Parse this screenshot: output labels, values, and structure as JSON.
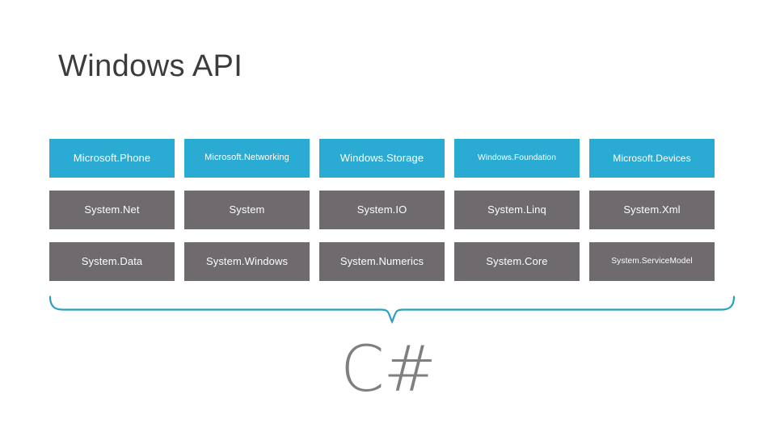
{
  "slide": {
    "title": "Windows API",
    "background_color": "#ffffff"
  },
  "colors": {
    "accent_blue": "#29abd4",
    "muted_gray": "#6e6a6d",
    "brace_teal": "#2b9fbf",
    "title_text": "#3c3c3c",
    "wordmark_gray": "#7f7f7f",
    "cell_text": "#ffffff"
  },
  "grid": {
    "rows": [
      {
        "style": "accent",
        "cells": [
          {
            "label": "Microsoft.Phone",
            "size": "fs-13"
          },
          {
            "label": "Microsoft.Networking",
            "size": "fs-11"
          },
          {
            "label": "Windows.Storage",
            "size": "fs-13"
          },
          {
            "label": "Windows.Foundation",
            "size": "fs-10"
          },
          {
            "label": "Microsoft.Devices",
            "size": "fs-12"
          }
        ]
      },
      {
        "style": "muted",
        "cells": [
          {
            "label": "System.Net",
            "size": "fs-13"
          },
          {
            "label": "System",
            "size": "fs-13"
          },
          {
            "label": "System.IO",
            "size": "fs-13"
          },
          {
            "label": "System.Linq",
            "size": "fs-13"
          },
          {
            "label": "System.Xml",
            "size": "fs-13"
          }
        ]
      },
      {
        "style": "muted",
        "cells": [
          {
            "label": "System.Data",
            "size": "fs-13"
          },
          {
            "label": "System.Windows",
            "size": "fs-13"
          },
          {
            "label": "System.Numerics",
            "size": "fs-13"
          },
          {
            "label": "System.Core",
            "size": "fs-13"
          },
          {
            "label": "System.ServiceModel",
            "size": "fs-10"
          }
        ]
      }
    ]
  },
  "brace": {
    "icon": "curly-brace-down-icon",
    "direction": "down",
    "color": "#2b9fbf"
  },
  "wordmark": {
    "text": "C#"
  }
}
